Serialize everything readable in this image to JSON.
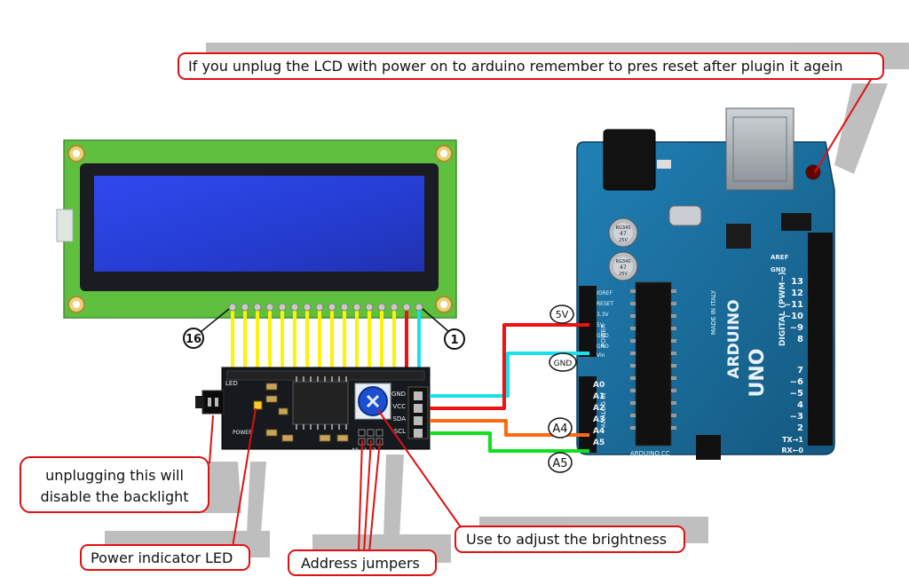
{
  "callouts": {
    "reset_note": "If you unplug the LCD with power on to arduino remember to pres reset after plugin it agein",
    "backlight_line1": "unplugging this will",
    "backlight_line2": "disable the backlight",
    "power_led": "Power indicator LED",
    "address_jumpers": "Address jumpers",
    "brightness": "Use to adjust the brightness"
  },
  "pin_numbers": {
    "first": "1",
    "last": "16"
  },
  "arduino_pins": {
    "vcc": "5V",
    "gnd": "GND",
    "sda": "A4",
    "scl": "A5"
  },
  "board_markings": {
    "backpack_headers": [
      "GND",
      "VCC",
      "SDA",
      "SCL"
    ],
    "backpack_led": "LED",
    "backpack_power": "POWER",
    "backpack_addr": "A0 A1 A2",
    "uno_brand": "ARDUINO",
    "uno_model": "UNO",
    "uno_made": "MADE IN ITALY",
    "uno_digital": "DIGITAL (PWM~)",
    "uno_power": "POWER",
    "uno_analog": "ANALOG IN",
    "uno_aref": "AREF",
    "uno_gnd_top": "GND",
    "uno_site": "ARDUINO.CC",
    "uno_digital_pins": [
      "13",
      "12",
      "~11",
      "~10",
      "~9",
      "8",
      "7",
      "~6",
      "~5",
      "4",
      "~3",
      "2",
      "TX→1",
      "RX←0"
    ],
    "uno_power_pins": [
      "IOREF",
      "RESET",
      "3.3V",
      "5V",
      "GND",
      "GND",
      "Vin"
    ],
    "uno_analog_pins": [
      "A0",
      "A1",
      "A2",
      "A3",
      "A4",
      "A5"
    ],
    "cap_markings": [
      "RG34S",
      "47",
      "25V"
    ]
  },
  "colors": {
    "callout_border": "#e01010",
    "lcd_pcb": "#5fbf3f",
    "lcd_screen": "#2237d8",
    "uno_pcb": "#1d6e9e",
    "backpack_pcb": "#161a1e",
    "pot": "#1c4fd0",
    "wire_5v": "#f01010",
    "wire_gnd": "#18e0ec",
    "wire_sda": "#ff6a10",
    "wire_scl": "#10e020",
    "header_wires": "#fff20a"
  }
}
